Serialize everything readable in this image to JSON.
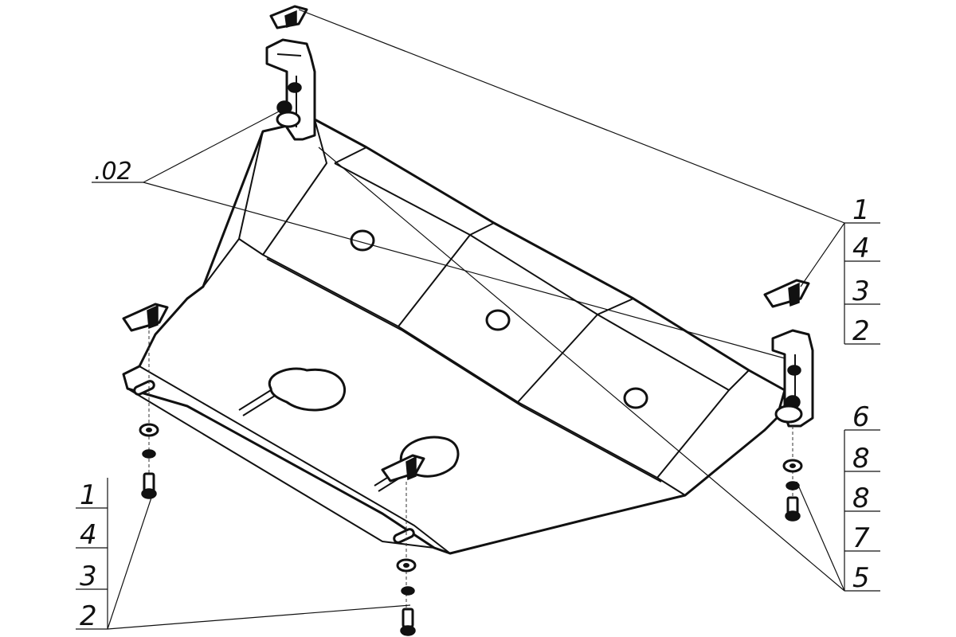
{
  "labels": {
    "part_02": ".02",
    "stack_top_right": [
      "1",
      "4",
      "3",
      "2"
    ],
    "stack_mid_right": [
      "6",
      "8",
      "8",
      "7",
      "5"
    ],
    "stack_bottom_left": [
      "1",
      "4",
      "3",
      "2"
    ]
  },
  "colors": {
    "line": "#111111",
    "background": "#ffffff"
  }
}
